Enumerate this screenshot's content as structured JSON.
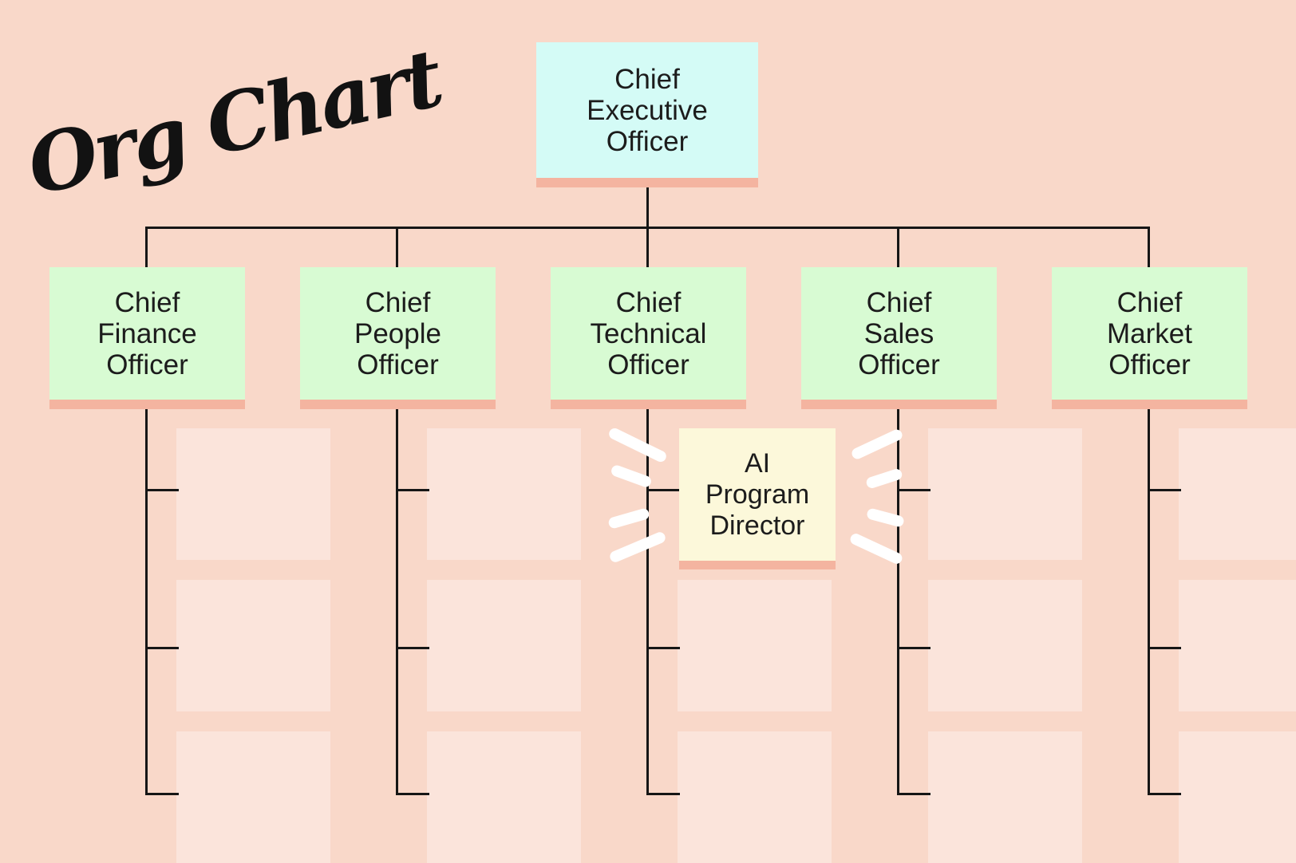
{
  "title": "Org Chart",
  "nodes": {
    "ceo": {
      "lines": [
        "Chief",
        "Executive",
        "Officer"
      ]
    },
    "officers": [
      {
        "id": "finance",
        "lines": [
          "Chief",
          "Finance",
          "Officer"
        ]
      },
      {
        "id": "people",
        "lines": [
          "Chief",
          "People",
          "Officer"
        ]
      },
      {
        "id": "technical",
        "lines": [
          "Chief",
          "Technical",
          "Officer"
        ]
      },
      {
        "id": "sales",
        "lines": [
          "Chief",
          "Sales",
          "Officer"
        ]
      },
      {
        "id": "market",
        "lines": [
          "Chief",
          "Market",
          "Officer"
        ]
      }
    ],
    "highlight": {
      "lines": [
        "AI",
        "Program",
        "Director"
      ]
    }
  },
  "colors": {
    "background": "#f9d8c9",
    "ceo-box": "#d4fbf6",
    "officer-box": "#d8fbd3",
    "highlight-box": "#fcf8da",
    "placeholder-card": "#fbe4db",
    "box-shadow": "#f4b4a0",
    "connector": "#161616",
    "text": "#1c1c1c",
    "burst": "#ffffff"
  }
}
